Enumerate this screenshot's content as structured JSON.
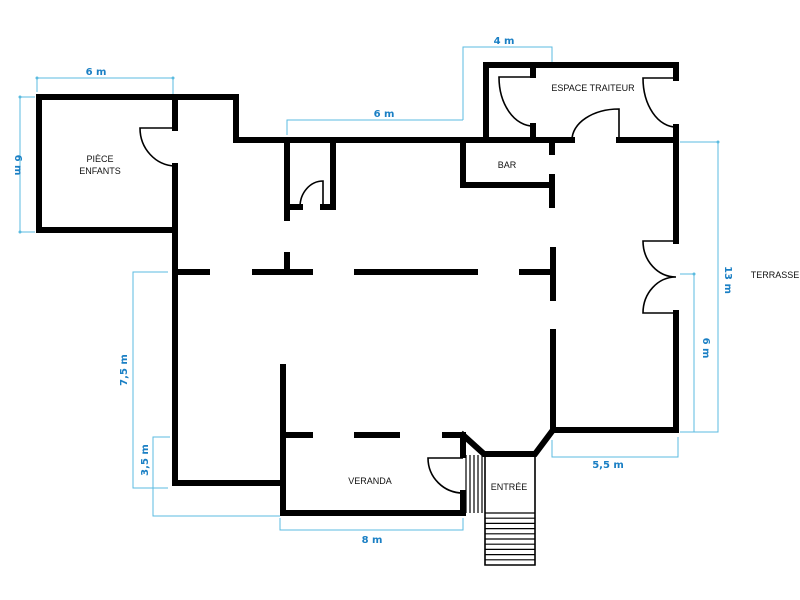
{
  "colors": {
    "walls": "#000000",
    "dimension_lines": "#5bbbe0",
    "dimension_text": "#1a7fc4"
  },
  "rooms": {
    "piece_enfants_line1": "PIÈCE",
    "piece_enfants_line2": "ENFANTS",
    "espace_traiteur": "ESPACE TRAITEUR",
    "bar": "BAR",
    "veranda": "VERANDA",
    "entree": "ENTRÉE",
    "terrasse": "TERRASSE"
  },
  "dimensions": {
    "enfants_width": "6 m",
    "enfants_depth": "6 m",
    "north_wall": "6 m",
    "traiteur_width": "4 m",
    "east_total": "13 m",
    "east_partial": "6 m",
    "west_main": "7,5 m",
    "west_veranda": "3,5 m",
    "veranda_width": "8 m",
    "southeast": "5,5 m"
  }
}
